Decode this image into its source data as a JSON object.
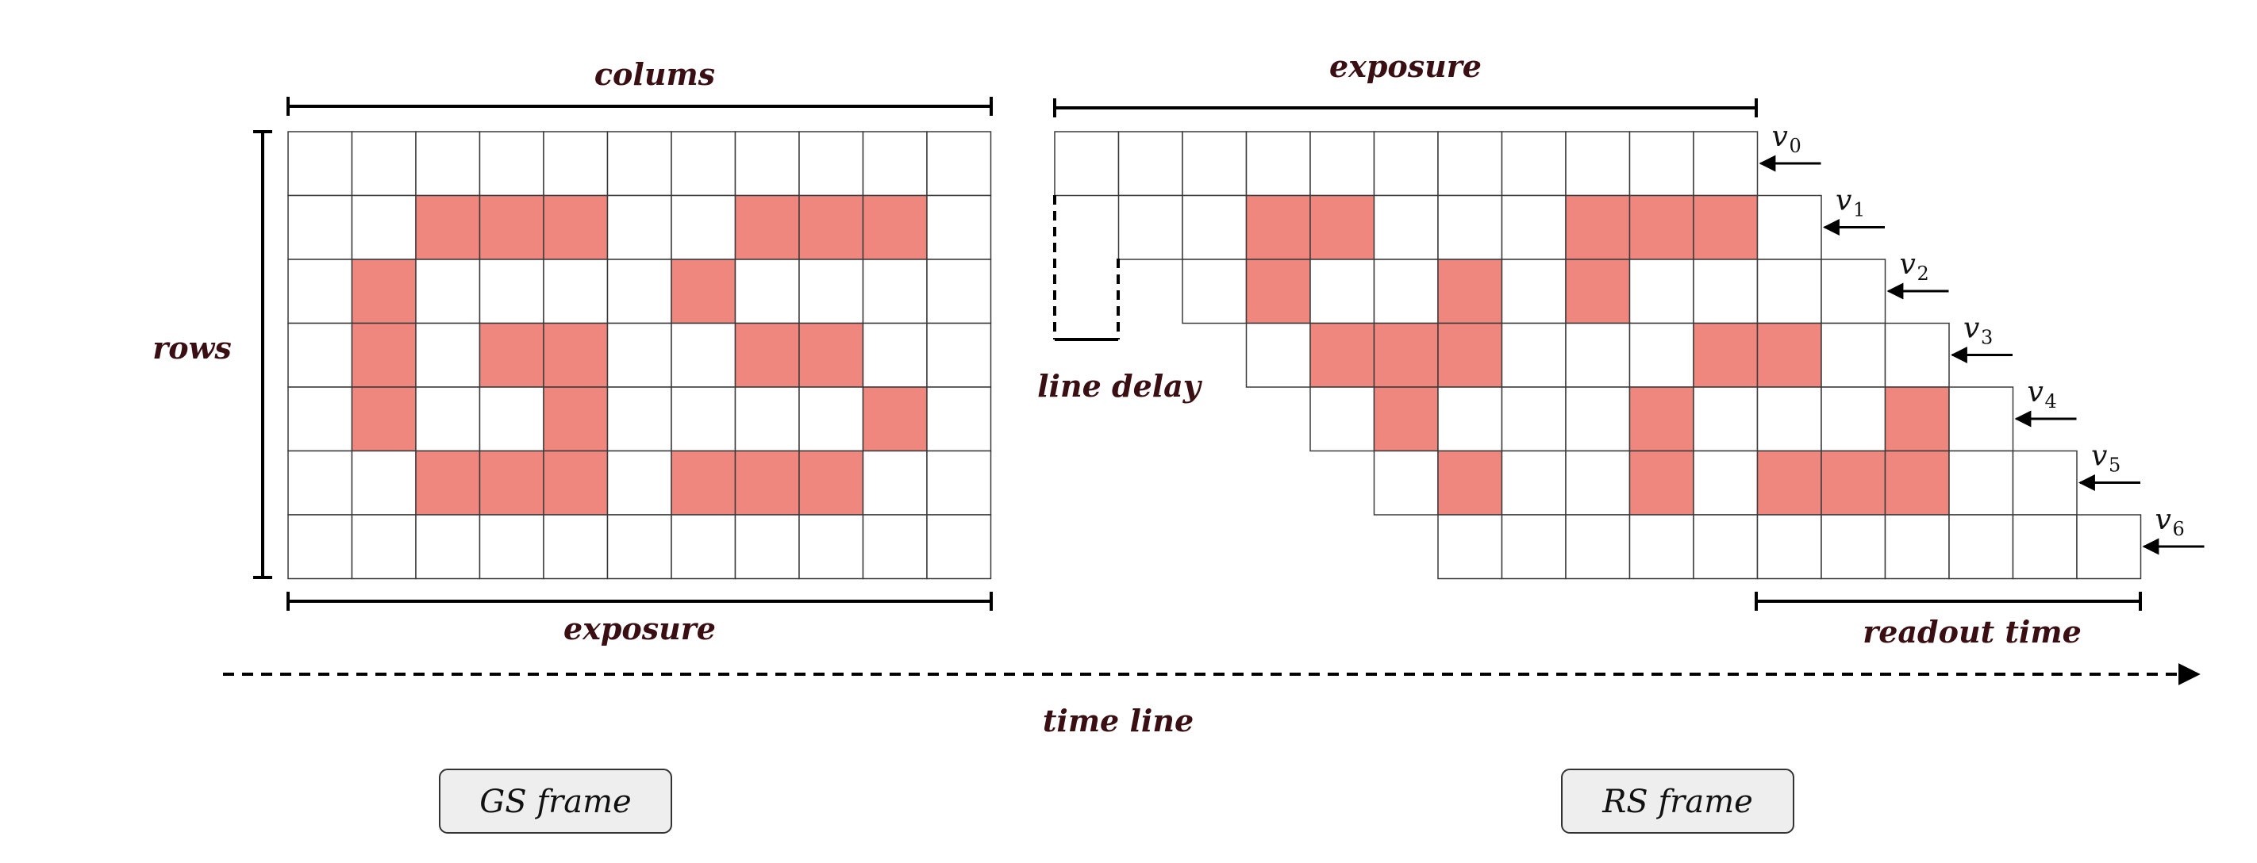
{
  "colors": {
    "cell_filled": "#F0877E",
    "cell_empty": "#FFFFFF",
    "cell_stroke": "#3a3a3a",
    "label_text": "#3a0f14",
    "frame_box_fill": "#EEEEEE"
  },
  "gs": {
    "columns_label": "colums",
    "rows_label": "rows",
    "exposure_label": "exposure",
    "grid": [
      [
        0,
        0,
        0,
        0,
        0,
        0,
        0,
        0,
        0,
        0,
        0
      ],
      [
        0,
        0,
        1,
        1,
        1,
        0,
        0,
        1,
        1,
        1,
        0
      ],
      [
        0,
        1,
        0,
        0,
        0,
        0,
        1,
        0,
        0,
        0,
        0
      ],
      [
        0,
        1,
        0,
        1,
        1,
        0,
        0,
        1,
        1,
        0,
        0
      ],
      [
        0,
        1,
        0,
        0,
        1,
        0,
        0,
        0,
        0,
        1,
        0
      ],
      [
        0,
        0,
        1,
        1,
        1,
        0,
        1,
        1,
        1,
        0,
        0
      ],
      [
        0,
        0,
        0,
        0,
        0,
        0,
        0,
        0,
        0,
        0,
        0
      ]
    ],
    "frame_label": "GS frame"
  },
  "rs": {
    "exposure_label": "exposure",
    "line_delay_label": "line delay",
    "readout_label": "readout time",
    "grid": [
      [
        0,
        0,
        0,
        0,
        0,
        0,
        0,
        0,
        0,
        0,
        0
      ],
      [
        0,
        0,
        1,
        1,
        0,
        0,
        0,
        1,
        1,
        1,
        0
      ],
      [
        0,
        1,
        0,
        0,
        1,
        0,
        1,
        0,
        0,
        0,
        0
      ],
      [
        0,
        1,
        1,
        1,
        0,
        0,
        0,
        1,
        1,
        0,
        0
      ],
      [
        0,
        1,
        0,
        0,
        0,
        1,
        0,
        0,
        0,
        1,
        0
      ],
      [
        0,
        1,
        0,
        0,
        1,
        0,
        1,
        1,
        1,
        0,
        0
      ],
      [
        0,
        0,
        0,
        0,
        0,
        0,
        0,
        0,
        0,
        0,
        0
      ]
    ],
    "readouts": [
      {
        "v": "v",
        "sub": "0"
      },
      {
        "v": "v",
        "sub": "1"
      },
      {
        "v": "v",
        "sub": "2"
      },
      {
        "v": "v",
        "sub": "3"
      },
      {
        "v": "v",
        "sub": "4"
      },
      {
        "v": "v",
        "sub": "5"
      },
      {
        "v": "v",
        "sub": "6"
      }
    ],
    "frame_label": "RS frame"
  },
  "timeline_label": "time line"
}
